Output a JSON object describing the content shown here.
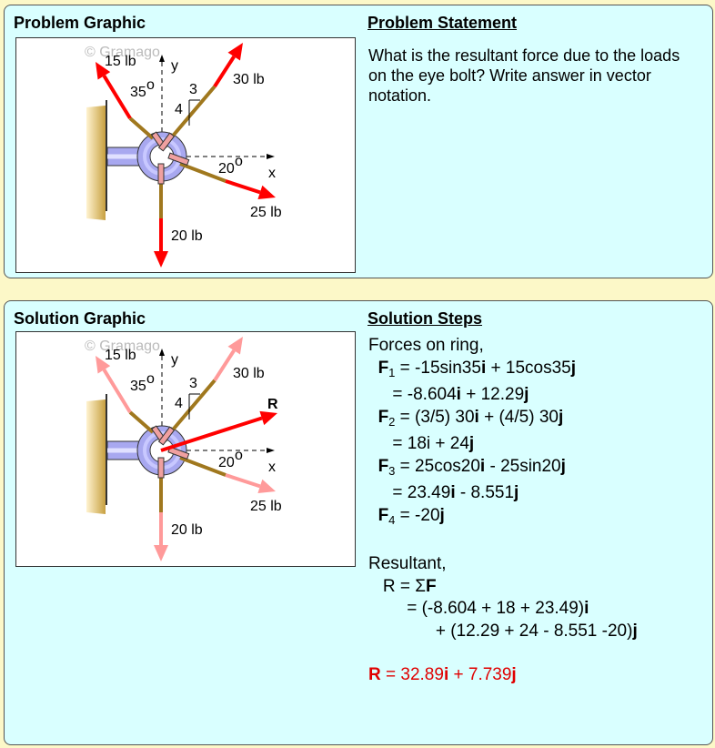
{
  "problem": {
    "graphic_title": "Problem Graphic",
    "statement_title": "Problem Statement",
    "statement": "What is the resultant force due to the loads on the eye bolt? Write answer in vector notation."
  },
  "diagram": {
    "watermark": "© Gramago",
    "f1": "15 lb",
    "f2": "30 lb",
    "f3": "25 lb",
    "f4": "20 lb",
    "y": "y",
    "x": "x",
    "a35": "35",
    "a20": "20",
    "deg": "o",
    "s3": "3",
    "s4": "4",
    "r": "R"
  },
  "colors": {
    "force": "#ff0000",
    "pale_force": "#ff9a9a",
    "rod": "#a0781e",
    "ring": "#a8a8f0",
    "panel": "#d9ffff"
  },
  "solution": {
    "graphic_title": "Solution Graphic",
    "steps_title": "Solution Steps",
    "intro": "Forces on ring,",
    "f1": "F",
    "f1s": "1",
    "f1a": " = -15sin35",
    "f1b": "i",
    "f1c": " + 15cos35",
    "f1d": "j",
    "f1e": "     = -8.604",
    "f1f": "i",
    "f1g": " + 12.29",
    "f1h": "j",
    "f2": "F",
    "f2s": "2",
    "f2a": " = (3/5) 30",
    "f2b": "i",
    "f2c": " + (4/5) 30",
    "f2d": "j",
    "f2e": "     = 18i + 24",
    "f2f": "j",
    "f3": "F",
    "f3s": "3",
    "f3a": " = 25cos20",
    "f3b": "i",
    "f3c": " - 25sin20",
    "f3d": "j",
    "f3e": "     = 23.49",
    "f3f": "i",
    "f3g": " - 8.551",
    "f3h": "j",
    "f4": "F",
    "f4s": "4",
    "f4a": " = -20",
    "f4b": "j",
    "res": "Resultant,",
    "r1": "   R = Σ",
    "r1b": "F",
    "r2": "        = (-8.604 + 18 + 23.49)",
    "r2b": "i",
    "r3": "              + (12.29 + 24 - 8.551 -20)",
    "r3b": "j",
    "ans_r": "R",
    "ans_a": " = 32.89",
    "ans_i": "i",
    "ans_b": " + 7.739",
    "ans_j": "j"
  }
}
